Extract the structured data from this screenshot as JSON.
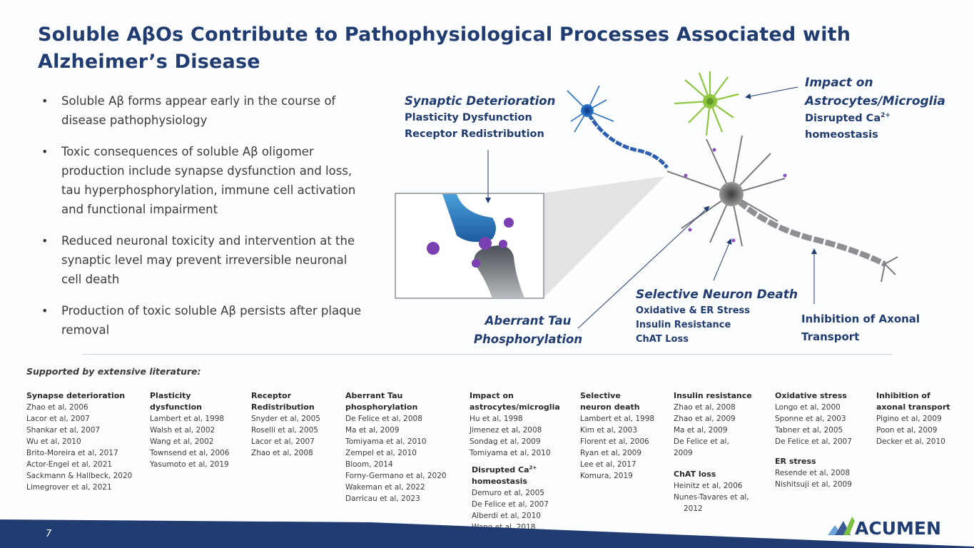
{
  "slide": {
    "title": "Soluble AβOs Contribute to Pathophysiological Processes Associated with Alzheimer’s Disease",
    "page_number": "7",
    "brand_color": "#213c70"
  },
  "bullets": [
    "Soluble Aβ forms appear early in the course of disease pathophysiology",
    "Toxic consequences of soluble Aβ oligomer production include synapse dysfunction and loss, tau hyperphosphorylation, immune cell activation and functional impairment",
    "Reduced neuronal toxicity and intervention at the synaptic level may prevent irreversible neuronal cell death",
    "Production of toxic soluble Aβ persists after plaque removal"
  ],
  "callouts": {
    "synaptic": {
      "head": "Synaptic Deterioration",
      "lines": [
        "Plasticity Dysfunction",
        "Receptor Redistribution"
      ]
    },
    "astro": {
      "head1": "Impact on",
      "head2": "Astrocytes/Microglia",
      "line1": "Disrupted Ca",
      "sup": "2+",
      "line2": "homeostasis"
    },
    "tau": {
      "head1": "Aberrant Tau",
      "head2": "Phosphorylation"
    },
    "death": {
      "head": "Selective Neuron Death",
      "lines": [
        "Oxidative & ER Stress",
        "Insulin Resistance",
        "ChAT Loss"
      ]
    },
    "axonal": {
      "line1": "Inhibition of Axonal",
      "line2": "Transport"
    }
  },
  "literature": {
    "heading": "Supported by extensive literature:",
    "columns": [
      {
        "groups": [
          {
            "title": "Synapse deterioration",
            "refs": [
              "Zhao et al, 2006",
              "Lacor et al, 2007",
              "Shankar et al, 2007",
              "Wu et al, 2010",
              "Brito-Moreira et al, 2017",
              "Actor-Engel et al, 2021",
              "Sackmann & Hallbeck, 2020",
              "Limegrover et al, 2021"
            ]
          }
        ]
      },
      {
        "groups": [
          {
            "title1": "Plasticity",
            "title2": "dysfunction",
            "refs": [
              "Lambert et al, 1998",
              "Walsh et al, 2002",
              "Wang et al, 2002",
              "Townsend et al, 2006",
              "Yasumoto et al, 2019"
            ]
          }
        ]
      },
      {
        "groups": [
          {
            "title1": "Receptor",
            "title2": "Redistribution",
            "refs": [
              "Snyder et al, 2005",
              "Roselli et al, 2005",
              "Lacor et al, 2007",
              "Zhao et al, 2008"
            ]
          }
        ]
      },
      {
        "groups": [
          {
            "title1": "Aberrant Tau",
            "title2": "phosphorylation",
            "refs": [
              "De Felice et al, 2008",
              "Ma et al, 2009",
              "Tomiyama et al, 2010",
              "Zempel et al, 2010",
              "Bloom, 2014",
              "Forny-Germano et al, 2020",
              "Wakeman et al, 2022",
              "Darricau et al, 2023"
            ]
          }
        ]
      },
      {
        "groups": [
          {
            "title1": "Impact on",
            "title2": "astrocytes/microglia",
            "refs": [
              "Hu et al, 1998",
              "Jimenez et al, 2008",
              "Sondag et al, 2009",
              "Tomiyama et al, 2010"
            ]
          },
          {
            "title1": "Disrupted Ca",
            "sup": "2+",
            "title2": "homeostasis",
            "refs": [
              "Demuro et al, 2005",
              "De Felice et al, 2007",
              "Alberdi et al, 2010",
              "Wang et al, 2018"
            ]
          }
        ]
      },
      {
        "groups": [
          {
            "title1": "Selective",
            "title2": "neuron death",
            "refs": [
              "Lambert et al, 1998",
              "Kim et al, 2003",
              "Florent et al, 2006",
              "Ryan et al, 2009",
              "Lee et al, 2017",
              "Komura, 2019"
            ]
          }
        ]
      },
      {
        "groups": [
          {
            "title": "Insulin resistance",
            "refs": [
              "Zhao et al, 2008",
              "Zhao et al, 2009",
              "Ma et al, 2009",
              "De Felice et al,",
              "2009"
            ]
          },
          {
            "title": "ChAT loss",
            "refs": [
              "Heinitz et al, 2006",
              "Nunes-Tavares et al,",
              "2012"
            ]
          }
        ]
      },
      {
        "groups": [
          {
            "title": "Oxidative stress",
            "refs": [
              "Longo et al, 2000",
              "Sponne et al, 2003",
              "Tabner et al, 2005",
              "De Felice et al, 2007"
            ]
          },
          {
            "title": "ER stress",
            "refs": [
              "Resende et al, 2008",
              "Nishitsuji et al, 2009"
            ]
          }
        ]
      },
      {
        "groups": [
          {
            "title1": "Inhibition of",
            "title2": "axonal transport",
            "refs": [
              "Pigino et al, 2009",
              "Poon et al, 2009",
              "Decker et al, 2010"
            ]
          }
        ]
      }
    ]
  },
  "logo": {
    "text": "ACUMEN"
  }
}
